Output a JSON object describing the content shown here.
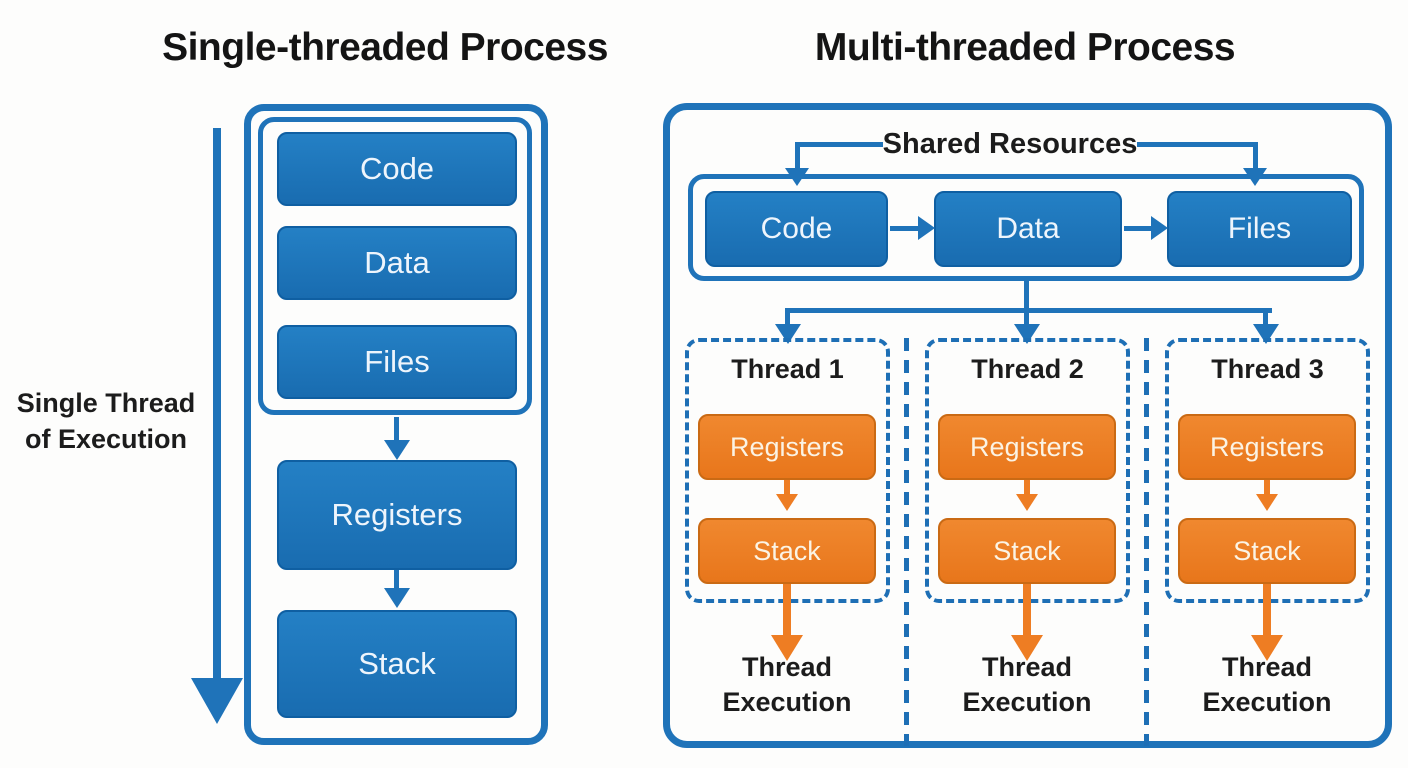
{
  "colors": {
    "blue": "#1a72b8",
    "blue_border": "#0f5fa2",
    "orange": "#ee7d23",
    "orange_border": "#ca6a14",
    "text_dark": "#1a1a1a",
    "box_text_light": "#eef5fc"
  },
  "left_panel": {
    "title": "Single-threaded Process",
    "execution_label": {
      "line1": "Single Thread",
      "line2": "of Execution"
    },
    "boxes": {
      "code": "Code",
      "data": "Data",
      "files": "Files",
      "registers": "Registers",
      "stack": "Stack"
    }
  },
  "right_panel": {
    "title": "Multi-threaded Process",
    "shared_resources_label": "Shared Resources",
    "shared_boxes": {
      "code": "Code",
      "data": "Data",
      "files": "Files"
    },
    "threads": [
      {
        "label": "Thread 1",
        "registers": "Registers",
        "stack": "Stack",
        "execution": {
          "line1": "Thread",
          "line2": "Execution"
        }
      },
      {
        "label": "Thread 2",
        "registers": "Registers",
        "stack": "Stack",
        "execution": {
          "line1": "Thread",
          "line2": "Execution"
        }
      },
      {
        "label": "Thread 3",
        "registers": "Registers",
        "stack": "Stack",
        "execution": {
          "line1": "Thread",
          "line2": "Execution"
        }
      }
    ]
  }
}
